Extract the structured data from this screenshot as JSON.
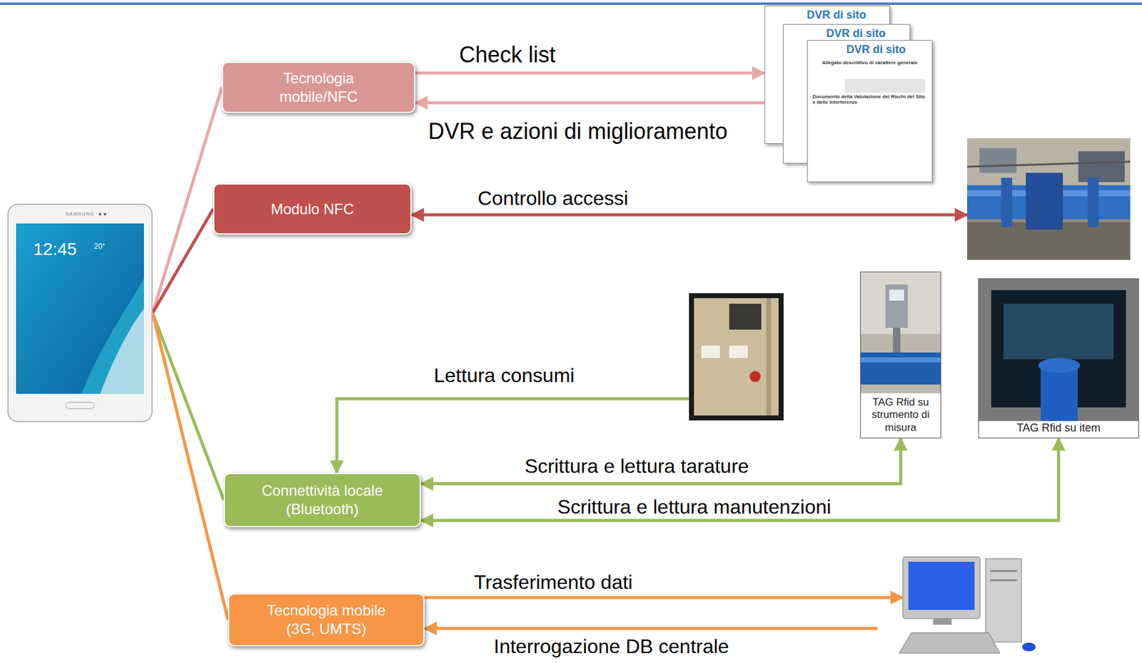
{
  "diagram": {
    "nodes": [
      {
        "text": [
          "SAMSUNG",
          "12:45",
          "20°"
        ]
      },
      {
        "text": [
          "Tecnologia mobile/NFC"
        ]
      },
      {
        "text": [
          "DVR di sito"
        ]
      },
      {
        "text": [
          "DVR di sito"
        ]
      },
      {
        "text": [
          "DVR di sito",
          "Allegato descrittivo di carattere generale",
          "Documento della Valutazione dei Rischi del Sito e delle Interferenze"
        ]
      },
      {
        "text": [
          "Modulo NFC"
        ]
      },
      {
        "text": [
          "TAG Rfid su strumento di misura"
        ]
      },
      {
        "text": [
          "TAG Rfid su item"
        ]
      },
      {
        "text": [
          "Connettività locale (Bluetooth)"
        ]
      },
      {
        "text": [
          "Tecnologia mobile (3G, UMTS)"
        ]
      }
    ],
    "edges": [
      {
        "from": 0,
        "to": 1,
        "arrow": "none"
      },
      {
        "from": 0,
        "to": 5,
        "arrow": "none"
      },
      {
        "from": 0,
        "to": 8,
        "arrow": "none"
      },
      {
        "from": 0,
        "to": 9,
        "arrow": "none"
      },
      {
        "from": 1,
        "to": 2,
        "label": "Check list",
        "arrow": "to"
      },
      {
        "from": 2,
        "to": 1,
        "label": "DVR e azioni di miglioramento",
        "arrow": "to"
      },
      {
        "from": 6,
        "to": 8,
        "label": "Scrittura e lettura tarature",
        "arrow": "both"
      },
      {
        "from": 7,
        "to": 8,
        "label": "Scrittura e lettura manutenzioni",
        "arrow": "both"
      }
    ],
    "labels": [
      "Controllo accessi",
      "Lettura consumi",
      "Trasferimento dati",
      "Interrogazione DB centrale"
    ]
  }
}
